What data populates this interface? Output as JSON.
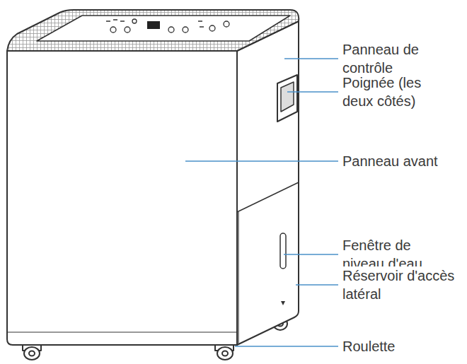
{
  "diagram": {
    "labels": [
      "Panneau de contrôle",
      "Poignée (les deux côtés)",
      "Panneau avant",
      "Fenêtre de niveau d'eau",
      "Réservoir d'accès latéral",
      "Roulette"
    ]
  }
}
